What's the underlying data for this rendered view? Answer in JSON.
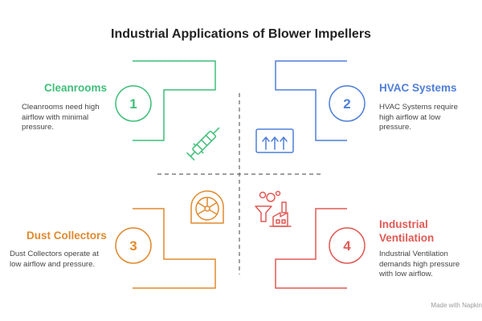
{
  "title": "Industrial Applications of Blower Impellers",
  "colors": {
    "cleanrooms": "#3fbf78",
    "hvac": "#4f7fd8",
    "dust": "#e08a2e",
    "ventilation": "#e05a55",
    "divider": "#666666"
  },
  "quadrants": [
    {
      "number": "1",
      "heading": "Cleanrooms",
      "desc": [
        "Cleanrooms need high",
        "airflow with minimal",
        "pressure."
      ],
      "icon": "syringe-icon"
    },
    {
      "number": "2",
      "heading": "HVAC Systems",
      "desc": [
        "HVAC Systems require",
        "high airflow at low",
        "pressure."
      ],
      "icon": "hvac-vent-icon"
    },
    {
      "number": "3",
      "heading": "Dust Collectors",
      "desc": [
        "Dust Collectors operate at",
        "low airflow and pressure."
      ],
      "icon": "fan-icon"
    },
    {
      "number": "4",
      "heading": [
        "Industrial",
        "Ventilation"
      ],
      "desc": [
        "Industrial Ventilation",
        "demands high pressure",
        "with low airflow."
      ],
      "icon": "factory-icon"
    }
  ],
  "credit": "Made with  Napkin"
}
